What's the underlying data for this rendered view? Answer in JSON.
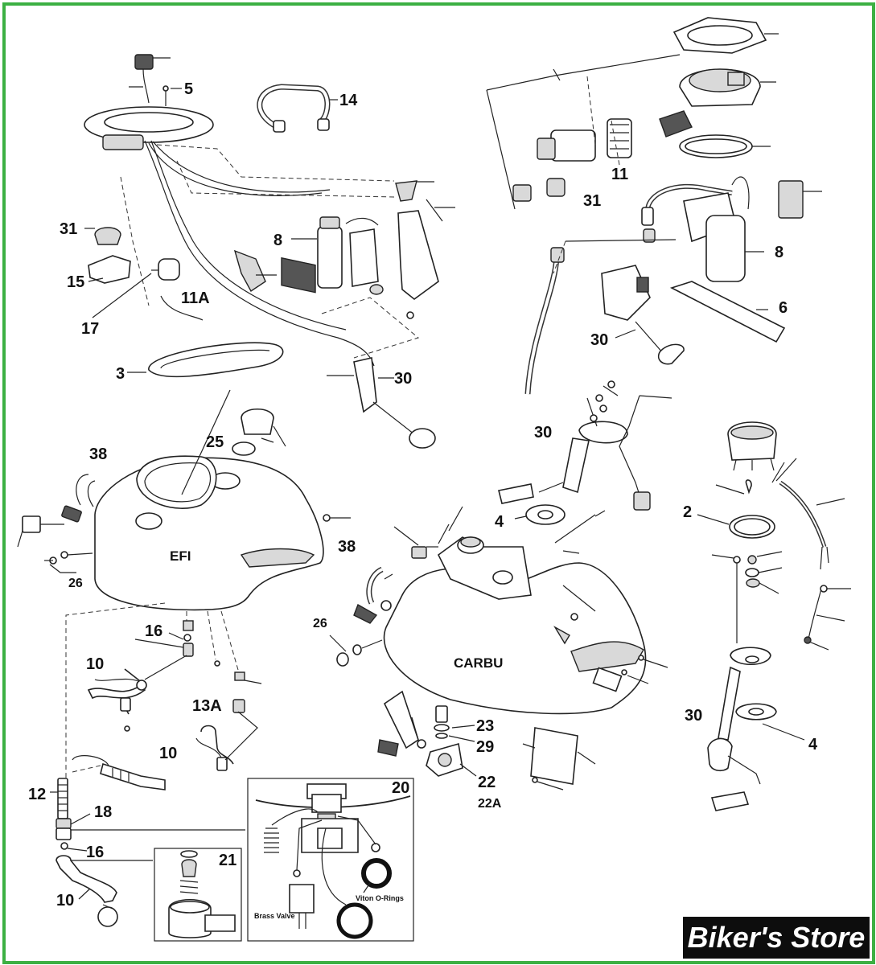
{
  "labels": {
    "l5": "5",
    "l14": "14",
    "l31a": "31",
    "l8a": "8",
    "l15": "15",
    "l11a": "11A",
    "l17": "17",
    "l3": "3",
    "l30a": "30",
    "l11": "11",
    "l31b": "31",
    "l8b": "8",
    "l6": "6",
    "l30b": "30",
    "l25": "25",
    "l38a": "38",
    "l26a": "26",
    "l30c": "30",
    "l4a": "4",
    "l2": "2",
    "l38b": "38",
    "l26b": "26",
    "l16a": "16",
    "l10a": "10",
    "l13a": "13A",
    "l10b": "10",
    "l23": "23",
    "l29": "29",
    "l22": "22",
    "l22a": "22A",
    "l30d": "30",
    "l4b": "4",
    "l12": "12",
    "l18": "18",
    "l20": "20",
    "l16b": "16",
    "l21": "21",
    "l10c": "10"
  },
  "tank_labels": {
    "efi": "EFI",
    "carbu": "CARBU"
  },
  "inset_labels": {
    "brass_valve": "Brass Valve",
    "viton": "Viton O-Rings"
  },
  "logo": {
    "text": "Biker's Store"
  },
  "colors": {
    "frame": "#3cb043",
    "logo_bg": "#0d0d0d",
    "logo_text": "#ffffff"
  }
}
